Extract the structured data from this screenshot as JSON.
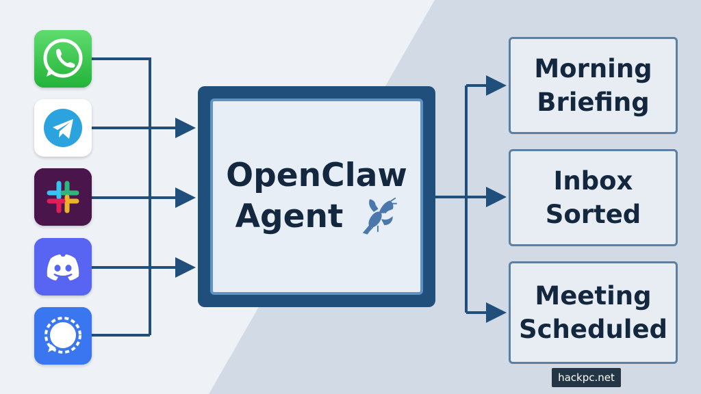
{
  "colors": {
    "background_light": "#eef2f6",
    "background_dark": "#d2dbe5",
    "connector": "#1f4f7a",
    "agent_border": "#1f4f7a",
    "agent_inner_border": "#5f93c4",
    "text_dark": "#13273f",
    "output_border": "#5a7fa3"
  },
  "inputs": [
    {
      "app": "whatsapp",
      "icon": "whatsapp-icon",
      "color": "#2fc150"
    },
    {
      "app": "telegram",
      "icon": "telegram-icon",
      "color": "#2aa3df"
    },
    {
      "app": "slack",
      "icon": "slack-icon",
      "color": "#4a154b"
    },
    {
      "app": "discord",
      "icon": "discord-icon",
      "color": "#5865f2"
    },
    {
      "app": "signal",
      "icon": "signal-icon",
      "color": "#3a76f0"
    }
  ],
  "agent": {
    "line1": "OpenClaw",
    "line2": "Agent",
    "icon": "lobster-icon"
  },
  "outputs": [
    {
      "line1": "Morning",
      "line2": "Briefing"
    },
    {
      "line1": "Inbox",
      "line2": "Sorted"
    },
    {
      "line1": "Meeting",
      "line2": "Scheduled"
    }
  ],
  "watermark": "hackpc.net"
}
